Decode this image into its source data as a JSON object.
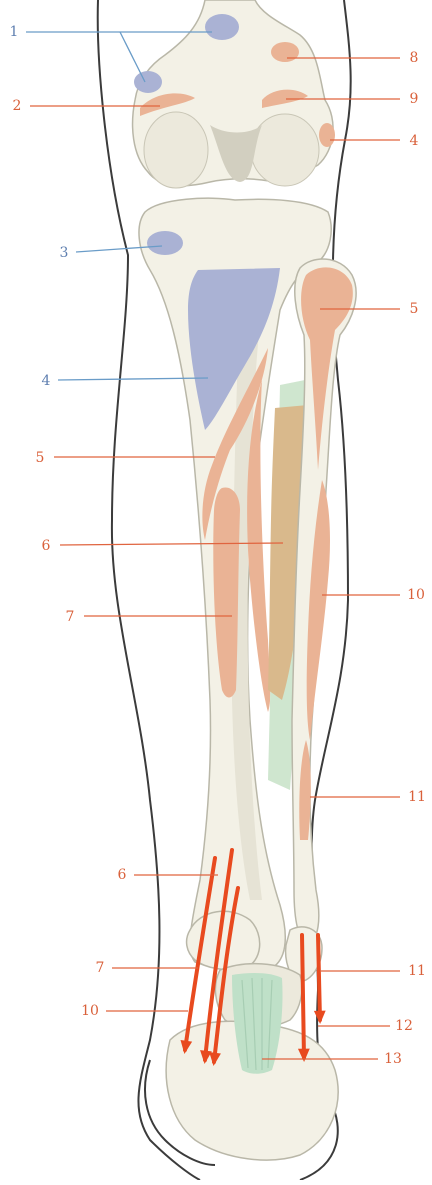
{
  "colors": {
    "outline": "#3b3b3b",
    "bone": "#f3f1e6",
    "bone_shade": "#d9d7c9",
    "bone_dark": "#b9b7a8",
    "blue_attachment": "#aab2d4",
    "pink_attachment": "#eab395",
    "tan_membrane": "#d9b98c",
    "green_membrane": "#cfe6cf",
    "ligament": "#bfe0c8",
    "arrow": "#e84a1f",
    "blue_label": "#5f7fb0",
    "orange_label": "#d9603a",
    "blue_line": "#6a9cc8",
    "orange_line": "#e0643f"
  },
  "labels": {
    "left": [
      {
        "id": "l1",
        "text": "1",
        "tone": "blue"
      },
      {
        "id": "l2",
        "text": "2",
        "tone": "orange"
      },
      {
        "id": "l3",
        "text": "3",
        "tone": "blue"
      },
      {
        "id": "l4",
        "text": "4",
        "tone": "blue"
      },
      {
        "id": "l5",
        "text": "5",
        "tone": "orange"
      },
      {
        "id": "l6",
        "text": "6",
        "tone": "orange"
      },
      {
        "id": "l7",
        "text": "7",
        "tone": "orange"
      },
      {
        "id": "l6b",
        "text": "6",
        "tone": "orange"
      },
      {
        "id": "l7b",
        "text": "7",
        "tone": "orange"
      },
      {
        "id": "l10b",
        "text": "10",
        "tone": "orange"
      }
    ],
    "right": [
      {
        "id": "r8",
        "text": "8",
        "tone": "orange"
      },
      {
        "id": "r9",
        "text": "9",
        "tone": "orange"
      },
      {
        "id": "r4",
        "text": "4",
        "tone": "orange"
      },
      {
        "id": "r5",
        "text": "5",
        "tone": "orange"
      },
      {
        "id": "r10",
        "text": "10",
        "tone": "orange"
      },
      {
        "id": "r11",
        "text": "11",
        "tone": "orange"
      },
      {
        "id": "r11b",
        "text": "11",
        "tone": "orange"
      },
      {
        "id": "r12",
        "text": "12",
        "tone": "orange"
      },
      {
        "id": "r13",
        "text": "13",
        "tone": "orange"
      }
    ]
  }
}
